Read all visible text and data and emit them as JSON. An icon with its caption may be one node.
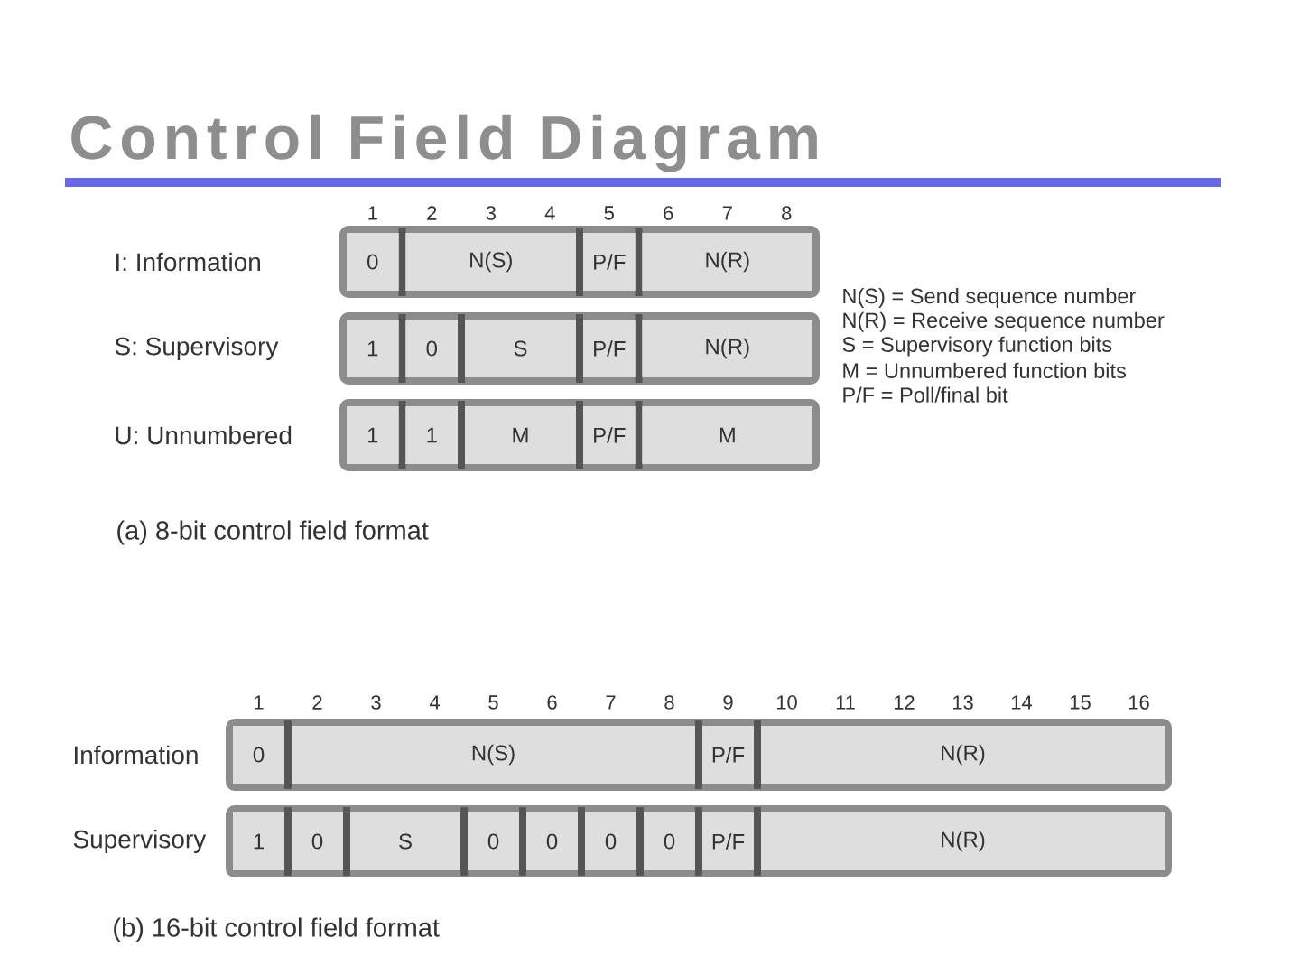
{
  "diagram": {
    "title": "Control Field Diagram",
    "nodes": [
      {
        "text": [],
        "shape": "box"
      },
      {
        "text": [
          "0"
        ],
        "in": 0
      },
      {
        "text": [
          "N(S)"
        ],
        "in": 0
      },
      {
        "text": [
          "P/F"
        ],
        "in": 0
      },
      {
        "text": [
          "N(R)"
        ],
        "in": 0
      },
      {
        "text": [],
        "shape": "box"
      },
      {
        "text": [
          "1"
        ],
        "in": 5
      },
      {
        "text": [
          "0"
        ],
        "in": 5
      },
      {
        "text": [
          "S"
        ],
        "in": 5
      },
      {
        "text": [
          "P/F"
        ],
        "in": 5
      },
      {
        "text": [
          "N(R)"
        ],
        "in": 5
      },
      {
        "text": [],
        "shape": "box"
      },
      {
        "text": [
          "1"
        ],
        "in": 11
      },
      {
        "text": [
          "1"
        ],
        "in": 11
      },
      {
        "text": [
          "M"
        ],
        "in": 11
      },
      {
        "text": [
          "P/F"
        ],
        "in": 11
      },
      {
        "text": [
          "M"
        ],
        "in": 11
      },
      {
        "text": [],
        "shape": "box"
      },
      {
        "text": [
          "0"
        ],
        "in": 17
      },
      {
        "text": [
          "N(S)"
        ],
        "in": 17
      },
      {
        "text": [
          "P/F"
        ],
        "in": 17
      },
      {
        "text": [
          "N(R)"
        ],
        "in": 17
      },
      {
        "text": [],
        "shape": "box"
      },
      {
        "text": [
          "1"
        ],
        "in": 22
      },
      {
        "text": [
          "0"
        ],
        "in": 22
      },
      {
        "text": [
          "S"
        ],
        "in": 22
      },
      {
        "text": [
          "0"
        ],
        "in": 22
      },
      {
        "text": [
          "0"
        ],
        "in": 22
      },
      {
        "text": [
          "0"
        ],
        "in": 22
      },
      {
        "text": [
          "0"
        ],
        "in": 22
      },
      {
        "text": [
          "P/F"
        ],
        "in": 22
      },
      {
        "text": [
          "N(R)"
        ],
        "in": 22
      }
    ],
    "labels": [
      "1",
      "2",
      "3",
      "4",
      "5",
      "6",
      "7",
      "8",
      "I: Information",
      "S: Supervisory",
      "U: Unnumbered",
      "N(S) = Send sequence number",
      "N(R) = Receive sequence number",
      "S = Supervisory function bits",
      "M = Unnumbered function bits",
      "P/F = Poll/final bit",
      "(a) 8-bit control field format",
      "1",
      "2",
      "3",
      "4",
      "5",
      "6",
      "7",
      "8",
      "9",
      "10",
      "11",
      "12",
      "13",
      "14",
      "15",
      "16",
      "Information",
      "Supervisory",
      "(b) 16-bit control field format"
    ]
  }
}
